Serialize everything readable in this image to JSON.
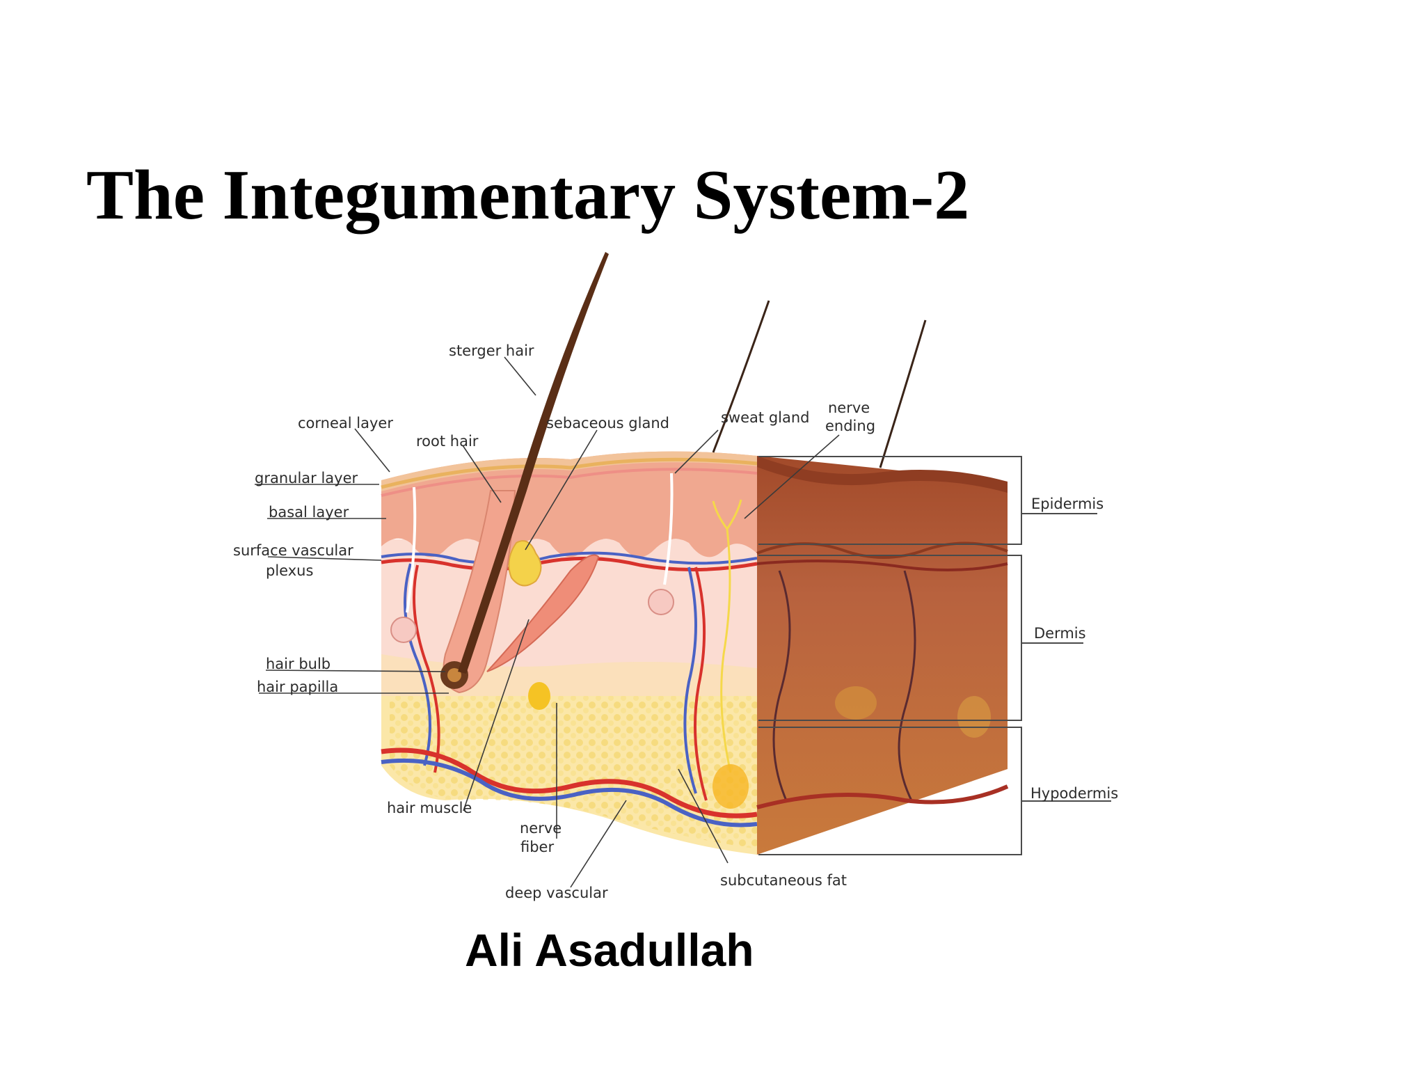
{
  "slide": {
    "title": "The Integumentary System-2",
    "author": "Ali Asadullah"
  },
  "diagram": {
    "labels": {
      "sterger_hair": "sterger hair",
      "corneal_layer": "corneal layer",
      "root_hair": "root hair",
      "sebaceous_gland": "sebaceous gland",
      "sweat_gland": "sweat gland",
      "nerve_ending_1": "nerve",
      "nerve_ending_2": "ending",
      "granular_layer": "granular layer",
      "basal_layer": "basal layer",
      "surface_vascular_plexus_1": "surface vascular",
      "surface_vascular_plexus_2": "plexus",
      "hair_bulb": "hair bulb",
      "hair_papilla": "hair papilla",
      "hair_muscle": "hair muscle",
      "nerve_fiber_1": "nerve",
      "nerve_fiber_2": "fiber",
      "deep_vascular": "deep vascular",
      "subcutaneous_fat": "subcutaneous fat",
      "epidermis": "Epidermis",
      "dermis": "Dermis",
      "hypodermis": "Hypodermis"
    },
    "colors": {
      "epidermis_top": "#f2c39a",
      "epidermis": "#f0a890",
      "dermis": "#fbdcd2",
      "hypodermis": "#fbe7a8",
      "fat": "#f6d56a",
      "artery": "#d8322c",
      "vein": "#4a62c4",
      "hair": "#5a2e16",
      "side_dark": "#b35a36"
    }
  }
}
